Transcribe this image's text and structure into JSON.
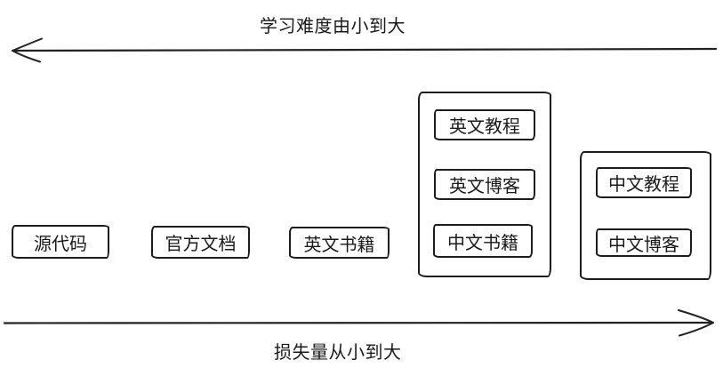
{
  "diagram": {
    "top_axis_label": "学习难度由小到大",
    "bottom_axis_label": "损失量从小到大",
    "boxes": [
      {
        "label": "源代码"
      },
      {
        "label": "官方文档"
      },
      {
        "label": "英文书籍"
      }
    ],
    "group1": {
      "items": [
        {
          "label": "英文教程"
        },
        {
          "label": "英文博客"
        },
        {
          "label": "中文书籍"
        }
      ]
    },
    "group2": {
      "items": [
        {
          "label": "中文教程"
        },
        {
          "label": "中文博客"
        }
      ]
    },
    "colors": {
      "stroke": "#1c1c1c",
      "text": "#1a1a1a",
      "background": "#ffffff"
    }
  }
}
